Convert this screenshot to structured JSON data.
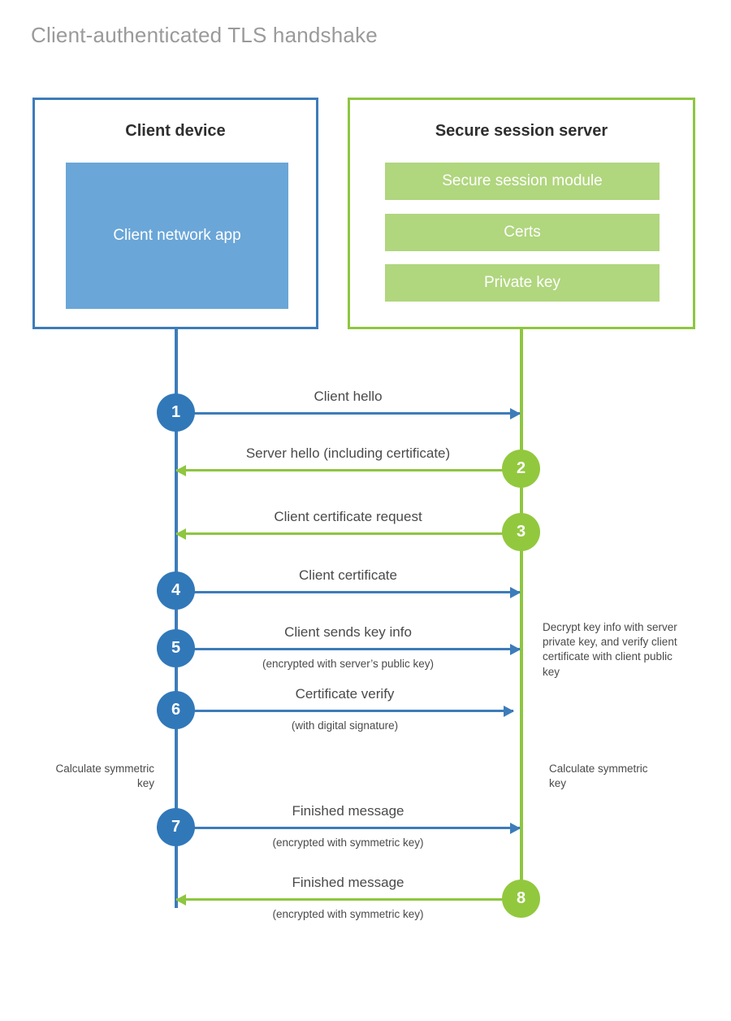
{
  "title": "Client-authenticated TLS handshake",
  "colors": {
    "client_blue": "#3d7cba",
    "client_app_fill": "#6aa6d8",
    "server_green": "#8ec640",
    "server_block_fill": "#b0d67e",
    "step_blue": "#3178b9",
    "step_green": "#92c83e",
    "title_gray": "#9a9a9a",
    "text_gray": "#4a4a4a"
  },
  "actors": {
    "client": {
      "title": "Client device",
      "blocks": [
        {
          "label": "Client network app"
        }
      ]
    },
    "server": {
      "title": "Secure session server",
      "blocks": [
        {
          "label": "Secure session module"
        },
        {
          "label": "Certs"
        },
        {
          "label": "Private key"
        }
      ]
    }
  },
  "steps": [
    {
      "number": "1",
      "label": "Client hello",
      "sublabel": "",
      "direction": "client-to-server"
    },
    {
      "number": "2",
      "label": "Server hello (including certificate)",
      "sublabel": "",
      "direction": "server-to-client"
    },
    {
      "number": "3",
      "label": "Client certificate request",
      "sublabel": "",
      "direction": "server-to-client"
    },
    {
      "number": "4",
      "label": "Client certificate",
      "sublabel": "",
      "direction": "client-to-server"
    },
    {
      "number": "5",
      "label": "Client sends key info",
      "sublabel": "(encrypted with server’s public key)",
      "direction": "client-to-server"
    },
    {
      "number": "6",
      "label": "Certificate verify",
      "sublabel": "(with digital signature)",
      "direction": "client-to-server"
    },
    {
      "number": "7",
      "label": "Finished message",
      "sublabel": "(encrypted with symmetric key)",
      "direction": "client-to-server"
    },
    {
      "number": "8",
      "label": "Finished message",
      "sublabel": "(encrypted with symmetric key)",
      "direction": "server-to-client"
    }
  ],
  "notes": {
    "server_decrypt": "Decrypt key info with server private key, and verify client certificate with client public key",
    "client_calc": "Calculate symmetric key",
    "server_calc": "Calculate symmetric key"
  }
}
